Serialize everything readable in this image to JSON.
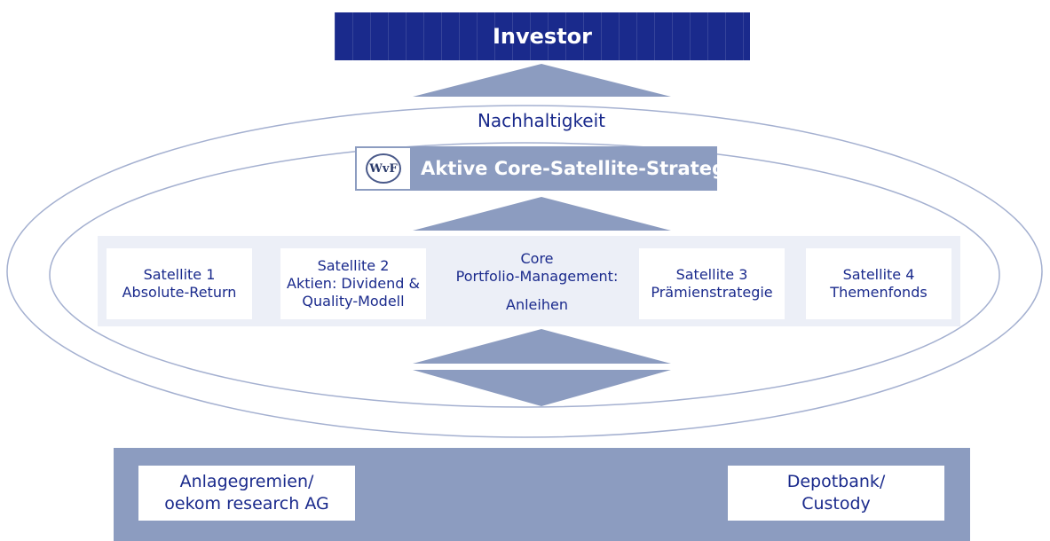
{
  "investor": {
    "label": "Investor"
  },
  "sustainability": {
    "label": "Nachhaltigkeit"
  },
  "strategy": {
    "label": "Aktive Core-Satellite-Strategie",
    "logo_text": "WvF"
  },
  "satellites": [
    {
      "line1": "Satellite 1",
      "line2": "Absolute-Return"
    },
    {
      "line1": "Satellite 2",
      "line2": "Aktien: Dividend &",
      "line3": "Quality-Modell"
    },
    {
      "line1": "Core",
      "line2": "Portfolio-Management:",
      "line3": "Anleihen"
    },
    {
      "line1": "Satellite 3",
      "line2": "Prämienstrategie"
    },
    {
      "line1": "Satellite 4",
      "line2": "Themenfonds"
    }
  ],
  "bottom": {
    "left": {
      "line1": "Anlagegremien/",
      "line2": "oekom research AG"
    },
    "right": {
      "line1": "Depotbank/",
      "line2": "Custody"
    }
  },
  "colors": {
    "navy": "#1a2a8c",
    "slate": "#8c9cc0",
    "band": "#eceff7",
    "ellipse": "#8c9cc0"
  }
}
